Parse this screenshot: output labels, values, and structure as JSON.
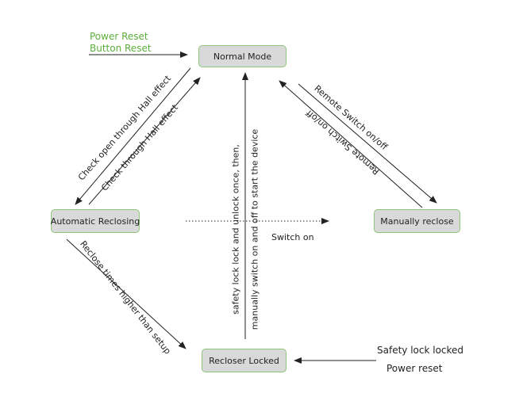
{
  "states": {
    "normal_mode": "Normal Mode",
    "automatic_reclosing": "Automatic Reclosing",
    "manually_reclose": "Manually reclose",
    "recloser_locked": "Recloser Locked"
  },
  "inputs": {
    "power_reset": "Power Reset",
    "button_reset": "Button Reset"
  },
  "transitions": {
    "check_open": "Check  open through  Hall effect",
    "check_through": "Check   through  Hall effect",
    "remote_switch_top": "Remote Switch on/off",
    "remote_switch_bottom": "Remote Switch on/off",
    "safety_lock_line1": "safety lock lock and unlock once, then,",
    "safety_lock_line2": "manually switch on and off to start the device",
    "switch_on": "Switch on",
    "reclose_times": "Reclose times higher than setup",
    "safety_lock_locked": "Safety lock locked",
    "power_reset_bottom": "Power reset"
  },
  "colors": {
    "state_fill": "#d9d9d9",
    "state_border": "#8fc47a",
    "green_text": "#5cae3c",
    "arrow": "#222222"
  }
}
